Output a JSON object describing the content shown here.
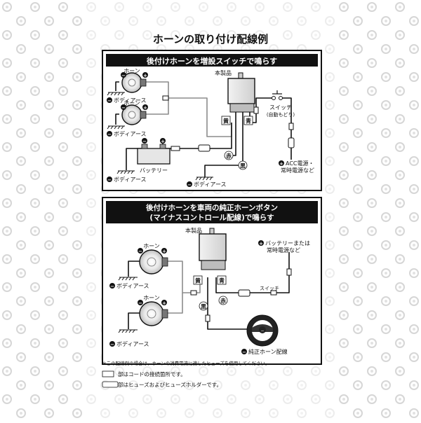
{
  "title": "ホーンの取り付け配線例",
  "section1": {
    "header": "後付けホーンを増設スイッチで鳴らす",
    "product_label": "本製品",
    "horn_label": "ホーン",
    "body_earth": "ボディアース",
    "battery_label": "バッテリー",
    "switch_label": "スイッチ",
    "switch_sub": "(自動もどり)",
    "acc_line1": "ACC電源・",
    "acc_line2": "常時電源など",
    "wire_yellow": "黄",
    "wire_blue": "青",
    "wire_red": "赤",
    "wire_black": "黒"
  },
  "section2": {
    "header_line1": "後付けホーンを車両の純正ホーンボタン",
    "header_line2": "(マイナスコントロール配線)で鳴らす",
    "product_label": "本製品",
    "horn_label": "ホーン",
    "body_earth": "ボディアース",
    "battery_line1": "バッテリーまたは",
    "battery_line2": "常時電源など",
    "switch_label": "スイッチ",
    "genuine_horn": "純正ホーン配線",
    "wire_yellow": "黄",
    "wire_blue": "青",
    "wire_red": "赤",
    "wire_black": "黒"
  },
  "note": "※この配線例の場合は、ホーンの消費電流に適したヒューズを使用してください。",
  "legend": {
    "connection": "部はコードの接続箇所です。",
    "fuse": "部はヒューズおよびヒューズホルダーです。"
  },
  "symbols": {
    "plus": "+",
    "minus": "−"
  },
  "colors": {
    "black": "#111111",
    "gray": "#8c8c8c",
    "panel": "#ffffff"
  }
}
